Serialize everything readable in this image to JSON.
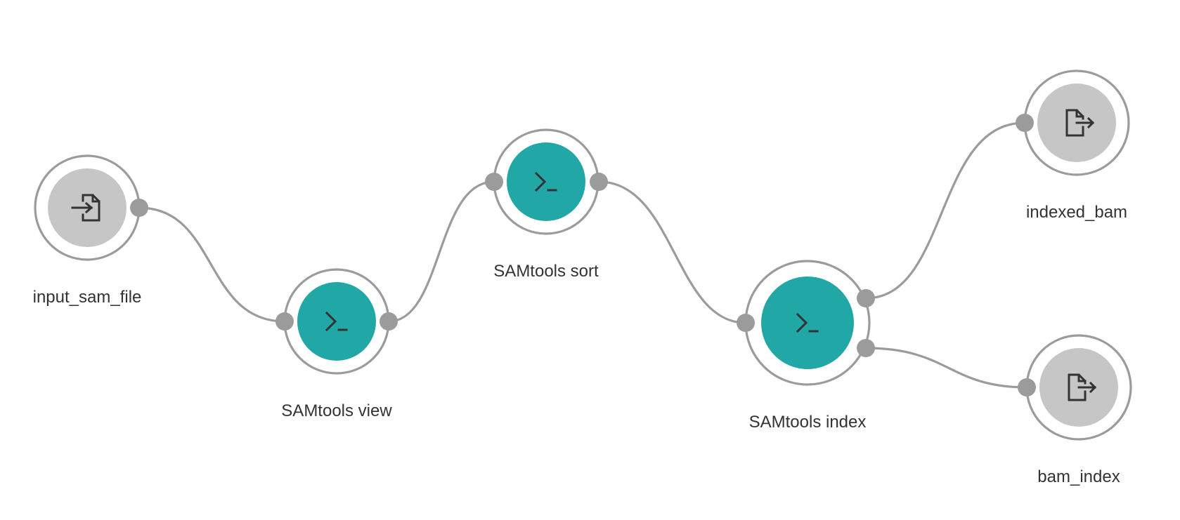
{
  "colors": {
    "step_fill": "#22a7a7",
    "io_fill": "#c6c6c6",
    "stroke": "#9b9b9b",
    "icon": "#333333",
    "label": "#333333"
  },
  "nodes": {
    "input_sam_file": {
      "label": "input_sam_file",
      "kind": "input",
      "icon": "file-import-icon"
    },
    "samtools_view": {
      "label": "SAMtools view",
      "kind": "step",
      "icon": "terminal-prompt-icon"
    },
    "samtools_sort": {
      "label": "SAMtools sort",
      "kind": "step",
      "icon": "terminal-prompt-icon"
    },
    "samtools_index": {
      "label": "SAMtools index",
      "kind": "step",
      "icon": "terminal-prompt-icon"
    },
    "indexed_bam": {
      "label": "indexed_bam",
      "kind": "output",
      "icon": "file-export-icon"
    },
    "bam_index": {
      "label": "bam_index",
      "kind": "output",
      "icon": "file-export-icon"
    }
  },
  "edges": [
    {
      "from": "input_sam_file",
      "to": "samtools_view"
    },
    {
      "from": "samtools_view",
      "to": "samtools_sort"
    },
    {
      "from": "samtools_sort",
      "to": "samtools_index"
    },
    {
      "from": "samtools_index",
      "to": "indexed_bam"
    },
    {
      "from": "samtools_index",
      "to": "bam_index"
    }
  ]
}
